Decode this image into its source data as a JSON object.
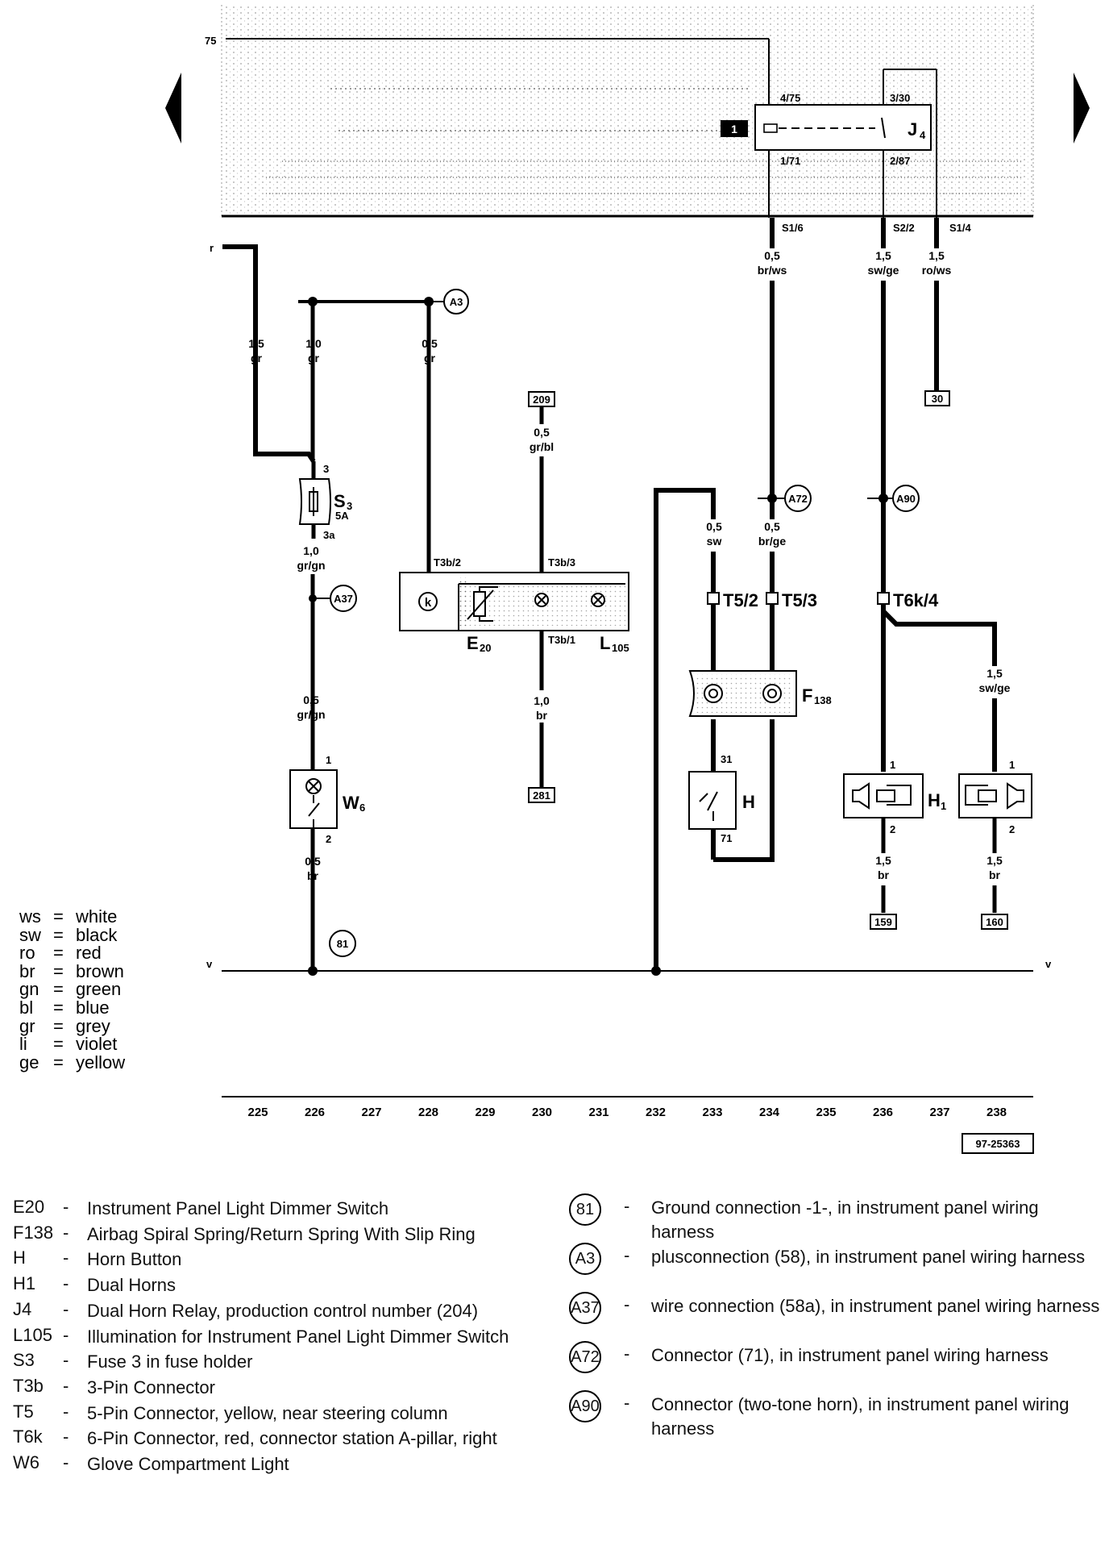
{
  "nav": {
    "prev_label": "",
    "next_label": ""
  },
  "diagram": {
    "figure_number": "97-25363",
    "header_terminal": "75",
    "left_terminal_r": "r",
    "ground_terminal_v": "v",
    "relay": {
      "id_box": "1",
      "name": "J",
      "subscript": "4",
      "pins": [
        "4/75",
        "3/30",
        "1/71",
        "2/87"
      ]
    },
    "sockets": [
      "S1/6",
      "S2/2",
      "S1/4"
    ],
    "wires": [
      {
        "size": "1,5",
        "color": "gr"
      },
      {
        "size": "1,0",
        "color": "gr"
      },
      {
        "size": "0,5",
        "color": "gr"
      },
      {
        "size": "0,5",
        "color": "gr/bl"
      },
      {
        "size": "1,0",
        "color": "gr/gn"
      },
      {
        "size": "0,5",
        "color": "gr/gn"
      },
      {
        "size": "0,5",
        "color": "br"
      },
      {
        "size": "1,0",
        "color": "br"
      },
      {
        "size": "0,5",
        "color": "sw"
      },
      {
        "size": "0,5",
        "color": "br/ge"
      },
      {
        "size": "0,5",
        "color": "br/ws"
      },
      {
        "size": "1,5",
        "color": "sw/ge"
      },
      {
        "size": "1,5",
        "color": "ro/ws"
      },
      {
        "size": "1,5",
        "color": "sw/ge"
      },
      {
        "size": "1,5",
        "color": "br"
      },
      {
        "size": "1,5",
        "color": "br"
      }
    ],
    "refs": [
      "209",
      "281",
      "30",
      "159",
      "160"
    ],
    "nodes": [
      "A3",
      "A37",
      "A72",
      "A90",
      "81"
    ],
    "components": {
      "s3": {
        "name": "S",
        "sub": "3",
        "rating": "5A",
        "pin_top": "3",
        "pin_bottom": "3a"
      },
      "e20": {
        "name": "E",
        "sub": "20"
      },
      "l105": {
        "name": "L",
        "sub": "105"
      },
      "t3b": [
        "T3b/2",
        "T3b/3",
        "T3b/1"
      ],
      "t5": [
        "T5/2",
        "T5/3"
      ],
      "t6k": "T6k/4",
      "f138": {
        "name": "F",
        "sub": "138"
      },
      "h": {
        "name": "H",
        "pin_top": "31",
        "pin_bottom": "71"
      },
      "h1": {
        "name": "H",
        "sub": "1",
        "pins": [
          "1",
          "2",
          "1",
          "2"
        ]
      },
      "w6": {
        "name": "W",
        "sub": "6",
        "pins": [
          "1",
          "2"
        ]
      }
    },
    "columns": [
      "225",
      "226",
      "227",
      "228",
      "229",
      "230",
      "231",
      "232",
      "233",
      "234",
      "235",
      "236",
      "237",
      "238"
    ]
  },
  "color_legend": [
    {
      "abbr": "ws",
      "meaning": "white"
    },
    {
      "abbr": "sw",
      "meaning": "black"
    },
    {
      "abbr": "ro",
      "meaning": "red"
    },
    {
      "abbr": "br",
      "meaning": "brown"
    },
    {
      "abbr": "gn",
      "meaning": "green"
    },
    {
      "abbr": "bl",
      "meaning": "blue"
    },
    {
      "abbr": "gr",
      "meaning": "grey"
    },
    {
      "abbr": "li",
      "meaning": "violet"
    },
    {
      "abbr": "ge",
      "meaning": "yellow"
    }
  ],
  "component_key": [
    {
      "code": "E20",
      "desc": "Instrument Panel Light Dimmer Switch"
    },
    {
      "code": "F138",
      "desc": "Airbag Spiral Spring/Return Spring With Slip Ring"
    },
    {
      "code": "H",
      "desc": "Horn Button"
    },
    {
      "code": "H1",
      "desc": "Dual Horns"
    },
    {
      "code": "J4",
      "desc": "Dual Horn Relay, production control number (204)"
    },
    {
      "code": "L105",
      "desc": "Illumination for Instrument Panel Light Dimmer Switch"
    },
    {
      "code": "S3",
      "desc": "Fuse 3 in fuse holder"
    },
    {
      "code": "T3b",
      "desc": "3-Pin Connector"
    },
    {
      "code": "T5",
      "desc": "5-Pin Connector, yellow, near steering column"
    },
    {
      "code": "T6k",
      "desc": "6-Pin Connector, red, connector station A-pillar, right"
    },
    {
      "code": "W6",
      "desc": "Glove Compartment Light"
    }
  ],
  "connection_key": [
    {
      "id": "81",
      "desc": "Ground connection -1-, in instrument panel wiring harness"
    },
    {
      "id": "A3",
      "desc": "plusconnection (58), in instrument panel wiring harness"
    },
    {
      "id": "A37",
      "desc": "wire connection (58a), in instrument panel wiring harness"
    },
    {
      "id": "A72",
      "desc": "Connector (71), in instrument panel wiring harness"
    },
    {
      "id": "A90",
      "desc": "Connector (two-tone horn), in instrument panel wiring harness"
    }
  ]
}
